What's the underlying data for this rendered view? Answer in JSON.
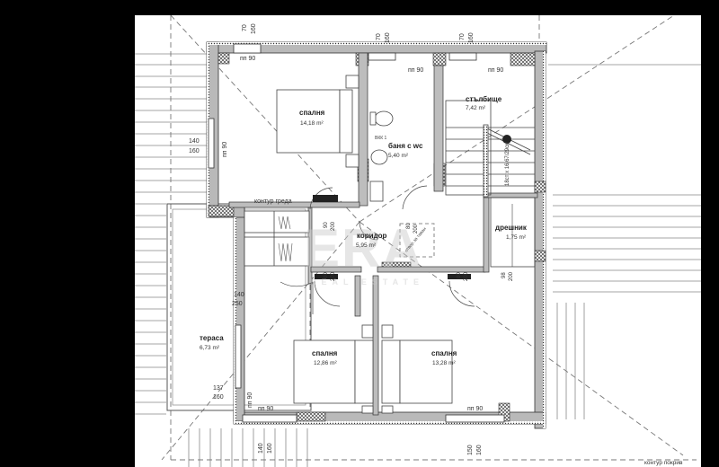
{
  "drawing": {
    "type": "architectural-floor-plan",
    "background_color": "#000000",
    "paper_color": "#ffffff",
    "wall_color": "#b9b9b9",
    "line_color": "#333333"
  },
  "rooms": [
    {
      "name": "спалня",
      "area": "14,18 m²"
    },
    {
      "name": "баня с wc",
      "area": "5,40 m²",
      "note": "ВКК 1"
    },
    {
      "name": "стълбище",
      "area": "7,42 m²",
      "stair_note": "18ст х 16,67/29см"
    },
    {
      "name": "коридор",
      "area": "5,95 m²"
    },
    {
      "name": "дрешник",
      "area": "1,75 m²"
    },
    {
      "name": "тераса",
      "area": "6,73 m²"
    },
    {
      "name": "спалня",
      "area": "12,86 m²"
    },
    {
      "name": "спалня",
      "area": "13,28 m²"
    }
  ],
  "annotations": {
    "beam_outline": "контур греда",
    "roof_outline": "контур покрив",
    "attic_hatch": "отвор за таван"
  },
  "dimensions": {
    "top_window_1": {
      "a": "70",
      "b": "160",
      "sill": "пп 90"
    },
    "top_window_2": {
      "a": "70",
      "b": "160",
      "sill": "пп 90"
    },
    "top_window_3": {
      "a": "70",
      "b": "160",
      "sill": "пп 90"
    },
    "left_window": {
      "a": "140",
      "b": "160",
      "sill": "пп 90"
    },
    "terrace_door": {
      "a": "140",
      "b": "250"
    },
    "terrace_window": {
      "a": "137",
      "b": "160",
      "sill": "пп 90"
    },
    "bottom_window_1": {
      "a": "140",
      "b": "160",
      "sill": "пп 90"
    },
    "bottom_window_2": {
      "a": "150",
      "b": "160",
      "sill": "пп 90"
    },
    "door_bath": {
      "w": "80",
      "h": "200"
    },
    "door_bed1": {
      "w": "90",
      "h": "200"
    },
    "door_bed2": {
      "w": "80",
      "h": "200"
    },
    "door_bed3": {
      "w": "80",
      "h": "200"
    },
    "door_closet": {
      "w": "98",
      "h": "200"
    }
  },
  "watermark": {
    "text": "ERA",
    "subtext": "REAL ESTATE"
  }
}
